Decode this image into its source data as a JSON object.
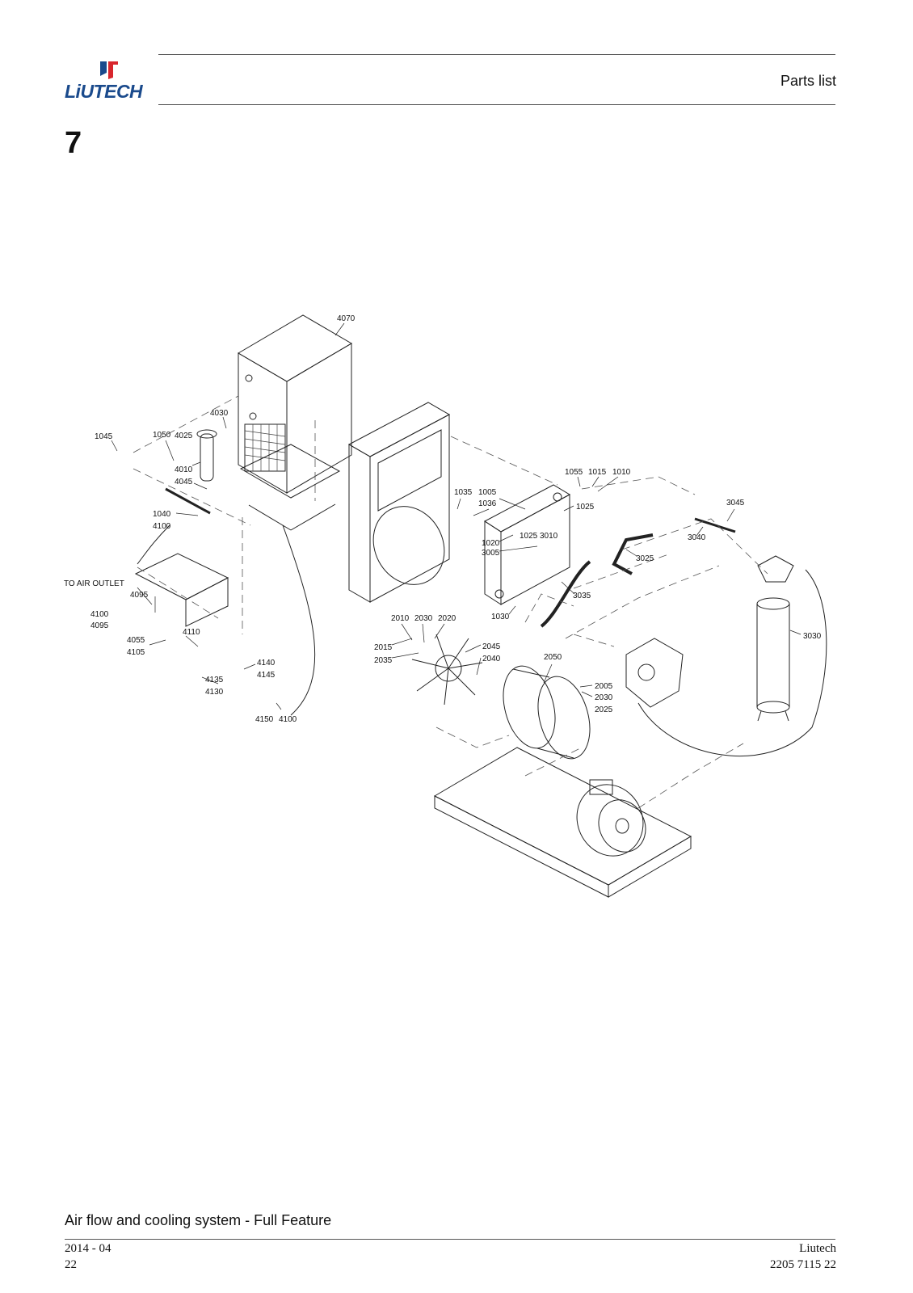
{
  "header": {
    "logo_text": "LiUTECH",
    "title": "Parts list"
  },
  "section": {
    "number": "7"
  },
  "diagram": {
    "labels": [
      {
        "id": "lbl-4070",
        "text": "4070"
      },
      {
        "id": "lbl-4030",
        "text": "4030"
      },
      {
        "id": "lbl-1045",
        "text": "1045"
      },
      {
        "id": "lbl-1050",
        "text": "1050"
      },
      {
        "id": "lbl-4025",
        "text": "4025"
      },
      {
        "id": "lbl-4010",
        "text": "4010"
      },
      {
        "id": "lbl-4045",
        "text": "4045"
      },
      {
        "id": "lbl-1040",
        "text": "1040"
      },
      {
        "id": "lbl-4100a",
        "text": "4100"
      },
      {
        "id": "lbl-outlet",
        "text": "TO AIR OUTLET"
      },
      {
        "id": "lbl-4095a",
        "text": "4095"
      },
      {
        "id": "lbl-4100b",
        "text": "4100"
      },
      {
        "id": "lbl-4095b",
        "text": "4095"
      },
      {
        "id": "lbl-4110",
        "text": "4110"
      },
      {
        "id": "lbl-4055",
        "text": "4055"
      },
      {
        "id": "lbl-4105",
        "text": "4105"
      },
      {
        "id": "lbl-4140",
        "text": "4140"
      },
      {
        "id": "lbl-4145",
        "text": "4145"
      },
      {
        "id": "lbl-4135",
        "text": "4135"
      },
      {
        "id": "lbl-4130",
        "text": "4130"
      },
      {
        "id": "lbl-4150",
        "text": "4150"
      },
      {
        "id": "lbl-4100c",
        "text": "4100"
      },
      {
        "id": "lbl-1055",
        "text": "1055"
      },
      {
        "id": "lbl-1015",
        "text": "1015"
      },
      {
        "id": "lbl-1010",
        "text": "1010"
      },
      {
        "id": "lbl-1035",
        "text": "1035"
      },
      {
        "id": "lbl-1005",
        "text": "1005"
      },
      {
        "id": "lbl-1036",
        "text": "1036"
      },
      {
        "id": "lbl-1025a",
        "text": "1025"
      },
      {
        "id": "lbl-1020",
        "text": "1020"
      },
      {
        "id": "lbl-1025b",
        "text": "1025"
      },
      {
        "id": "lbl-3010",
        "text": "3010"
      },
      {
        "id": "lbl-3005",
        "text": "3005"
      },
      {
        "id": "lbl-3045",
        "text": "3045"
      },
      {
        "id": "lbl-3040",
        "text": "3040"
      },
      {
        "id": "lbl-3025",
        "text": "3025"
      },
      {
        "id": "lbl-3035",
        "text": "3035"
      },
      {
        "id": "lbl-1030",
        "text": "1030"
      },
      {
        "id": "lbl-3030",
        "text": "3030"
      },
      {
        "id": "lbl-2010",
        "text": "2010"
      },
      {
        "id": "lbl-2030a",
        "text": "2030"
      },
      {
        "id": "lbl-2020",
        "text": "2020"
      },
      {
        "id": "lbl-2015",
        "text": "2015"
      },
      {
        "id": "lbl-2035",
        "text": "2035"
      },
      {
        "id": "lbl-2045",
        "text": "2045"
      },
      {
        "id": "lbl-2040",
        "text": "2040"
      },
      {
        "id": "lbl-2050",
        "text": "2050"
      },
      {
        "id": "lbl-2005",
        "text": "2005"
      },
      {
        "id": "lbl-2030b",
        "text": "2030"
      },
      {
        "id": "lbl-2025",
        "text": "2025"
      }
    ]
  },
  "caption": "Air flow and cooling system - Full Feature",
  "footer": {
    "date": "2014 - 04",
    "page": "22",
    "company": "Liutech",
    "doc_number": "2205 7115 22"
  }
}
